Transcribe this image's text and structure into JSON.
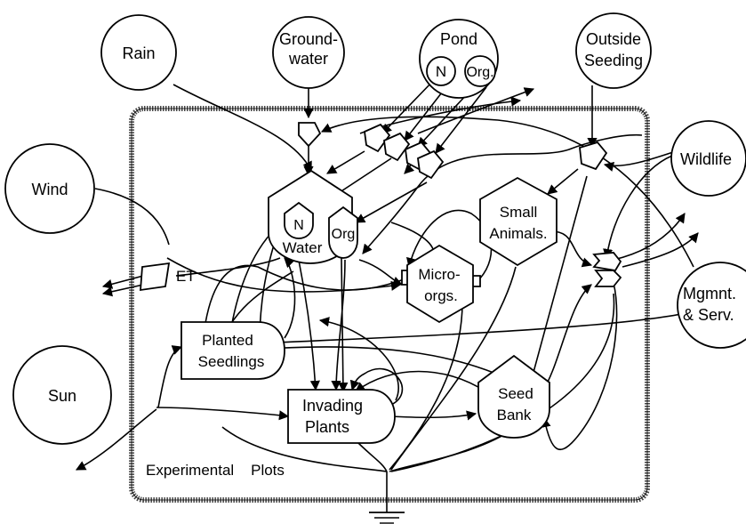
{
  "sources": {
    "rain": "Rain",
    "groundwater": [
      "Ground-",
      "water"
    ],
    "pond": "Pond",
    "pond_n": "N",
    "pond_org": "Org.",
    "outside_seeding": [
      "Outside",
      "Seeding"
    ],
    "wildlife": "Wildlife",
    "wind": "Wind",
    "sun": "Sun",
    "management": [
      "Mgmnt.",
      "& Serv."
    ]
  },
  "storages": {
    "n": "N",
    "water": "Water",
    "org": "Org",
    "planted_seedlings": [
      "Planted",
      "Seedlings"
    ],
    "invading_plants": [
      "Invading",
      "Plants"
    ],
    "seed_bank": [
      "Seed",
      "Bank"
    ]
  },
  "consumers": {
    "small_animals": [
      "Small",
      "Animals."
    ],
    "micro_orgs": [
      "Micro-",
      "orgs."
    ]
  },
  "flows": {
    "et": "ET"
  },
  "system": {
    "label": "Experimental    Plots"
  }
}
